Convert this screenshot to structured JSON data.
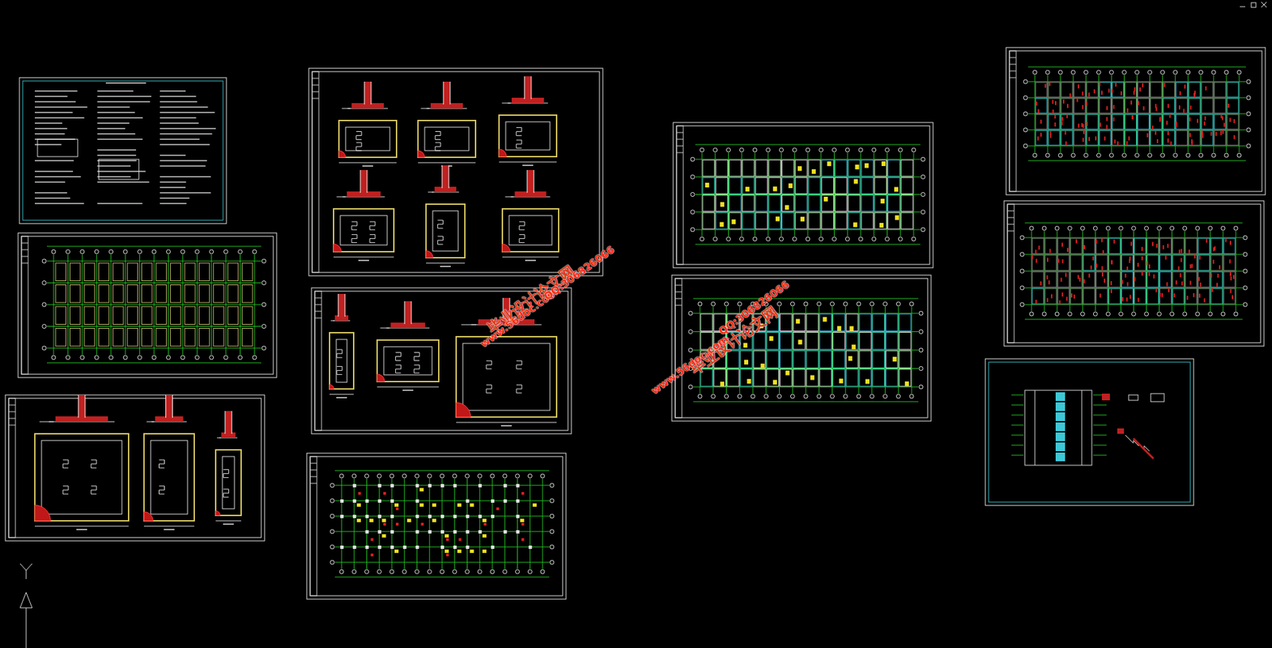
{
  "diagram": {
    "labels": [
      "毕业设计论文网",
      "www.56doc.com",
      "QQ:306826066",
      "毕业设计论文网",
      "www.56doc.com",
      "QQ:306826066"
    ]
  }
}
